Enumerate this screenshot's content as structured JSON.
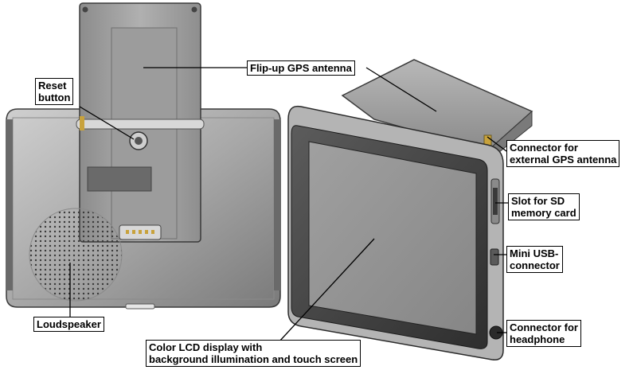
{
  "labels": {
    "gps_antenna": [
      "Flip-up GPS antenna"
    ],
    "reset_button": [
      "Reset",
      "button"
    ],
    "external_antenna": [
      "Connector for",
      "external GPS antenna"
    ],
    "sd_slot": [
      "Slot for SD",
      "memory card"
    ],
    "mini_usb": [
      "Mini USB-",
      "connector"
    ],
    "headphone": [
      "Connector for",
      "headphone"
    ],
    "loudspeaker": [
      "Loudspeaker"
    ],
    "lcd_display": [
      "Color LCD display with",
      "background illumination and touch screen"
    ]
  },
  "colors": {
    "body_dark": "#6e6e6e",
    "body_mid": "#9a9a9a",
    "body_light": "#c4c4c4",
    "screen": "#8f8f8f",
    "outline": "#2a2a2a",
    "label_border": "#000000",
    "connector_accent": "#c8a23c",
    "reset_accent": "#d4a64a"
  }
}
